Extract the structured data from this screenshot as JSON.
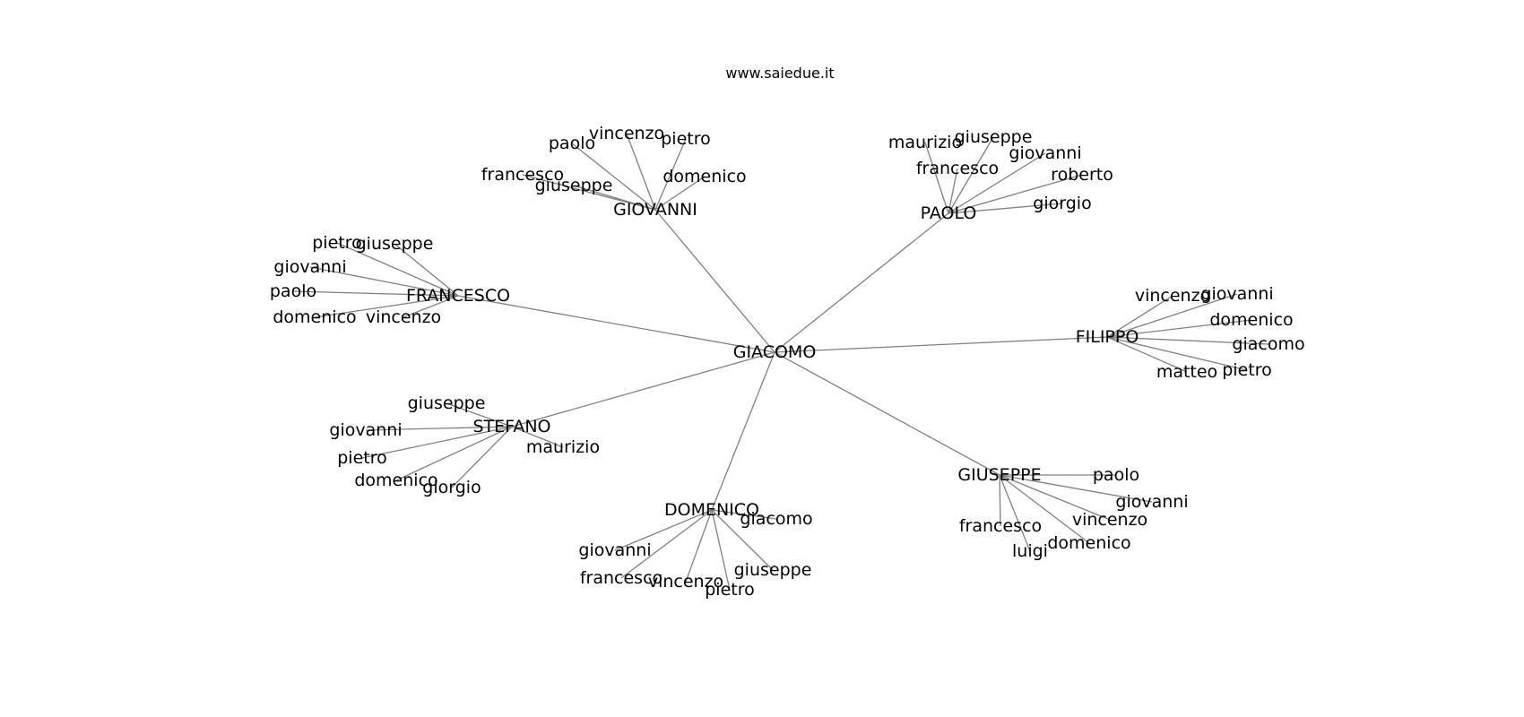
{
  "title": "www.saiedue.it",
  "colors": {
    "edge": "#808080",
    "text": "#000000",
    "background": "#ffffff"
  },
  "graph": {
    "center": "GIACOMO",
    "hubs": [
      {
        "name": "GIOVANNI",
        "leaves": [
          "paolo",
          "vincenzo",
          "pietro",
          "francesco",
          "giuseppe",
          "domenico"
        ]
      },
      {
        "name": "PAOLO",
        "leaves": [
          "maurizio",
          "giuseppe",
          "francesco",
          "giovanni",
          "roberto",
          "giorgio"
        ]
      },
      {
        "name": "FRANCESCO",
        "leaves": [
          "pietro",
          "giuseppe",
          "giovanni",
          "paolo",
          "domenico",
          "vincenzo"
        ]
      },
      {
        "name": "FILIPPO",
        "leaves": [
          "vincenzo",
          "giovanni",
          "domenico",
          "giacomo",
          "matteo",
          "pietro"
        ]
      },
      {
        "name": "STEFANO",
        "leaves": [
          "giuseppe",
          "giovanni",
          "pietro",
          "domenico",
          "giorgio",
          "maurizio"
        ]
      },
      {
        "name": "GIUSEPPE",
        "leaves": [
          "paolo",
          "giovanni",
          "vincenzo",
          "francesco",
          "domenico",
          "luigi"
        ]
      },
      {
        "name": "DOMENICO",
        "leaves": [
          "giacomo",
          "giovanni",
          "francesco",
          "vincenzo",
          "pietro",
          "giuseppe"
        ]
      }
    ]
  }
}
